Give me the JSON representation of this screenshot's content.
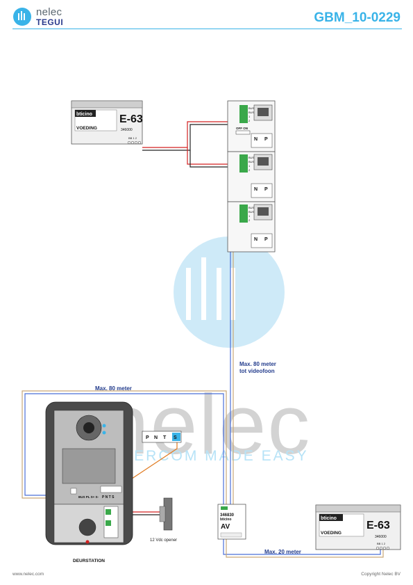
{
  "header": {
    "brand_name": "nelec",
    "brand_sub": "TEGUI",
    "doc_code": "GBM_10-0229"
  },
  "watermark": {
    "text": "nelec",
    "tagline": "INTERCOM MADE EASY"
  },
  "power_supply_top": {
    "brand": "bticino",
    "model": "E-63",
    "label": "VOEDING",
    "part_no": "346000",
    "terminals": "BB 1 2"
  },
  "power_supply_bottom": {
    "brand": "bticino",
    "model": "E-63",
    "label": "VOEDING",
    "part_no": "346000",
    "terminals": "BB 1 2"
  },
  "monitors": {
    "terminals": [
      "BUS",
      "BUS",
      "1",
      "2"
    ],
    "switch_label": "OFF  ON",
    "np_labels": [
      "N",
      "P"
    ]
  },
  "door_station": {
    "label": "DEURSTATION",
    "terminal_strip": "BUS PL S+ S-",
    "pnts_strip": "P N T S",
    "pnts_box": [
      "P",
      "N",
      "T",
      "S"
    ]
  },
  "av_unit": {
    "part_no": "346830",
    "brand": "bticino",
    "label": "AV"
  },
  "lock": {
    "label": "12 Vdc opener"
  },
  "notes": {
    "max_door": "Max. 80 meter",
    "max_video_1": "Max. 80 meter",
    "max_video_2": "tot videofoon",
    "max_psu": "Max. 20 meter"
  },
  "footer": {
    "left": "www.nelec.com",
    "right": "Copyright Nelec BV"
  },
  "colors": {
    "accent": "#39b3e8",
    "wire_red": "#d32020",
    "wire_black": "#222222",
    "wire_blue": "#4a6fd8",
    "wire_orange": "#e07a20",
    "wire_tan": "#c9a878",
    "terminal_green": "#3aa84a"
  }
}
